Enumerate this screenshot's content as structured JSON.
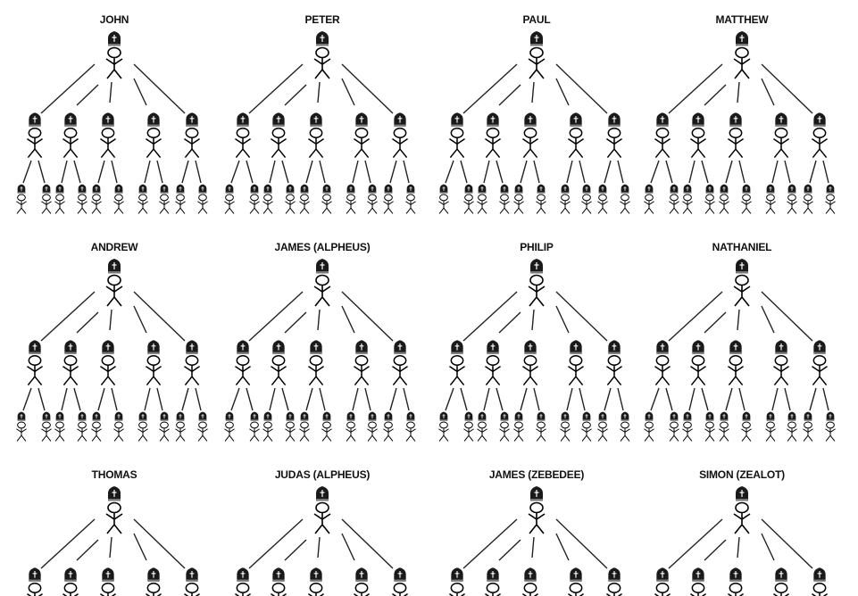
{
  "title": "Twelve apostles succession trees",
  "trees": [
    {
      "name": "JOHN"
    },
    {
      "name": "PETER"
    },
    {
      "name": "PAUL"
    },
    {
      "name": "MATTHEW"
    },
    {
      "name": "ANDREW"
    },
    {
      "name": "JAMES (ALPHEUS)"
    },
    {
      "name": "PHILIP"
    },
    {
      "name": "NATHANIEL"
    },
    {
      "name": "THOMAS"
    },
    {
      "name": "JUDAS (ALPHEUS)"
    },
    {
      "name": "JAMES (ZEBEDEE)"
    },
    {
      "name": "SIMON (ZEALOT)"
    }
  ],
  "structure": {
    "children_per_root": 5,
    "grandchildren_per_child": 2
  },
  "colors": {
    "mitre": "#1a1a1a",
    "line": "#222222"
  }
}
